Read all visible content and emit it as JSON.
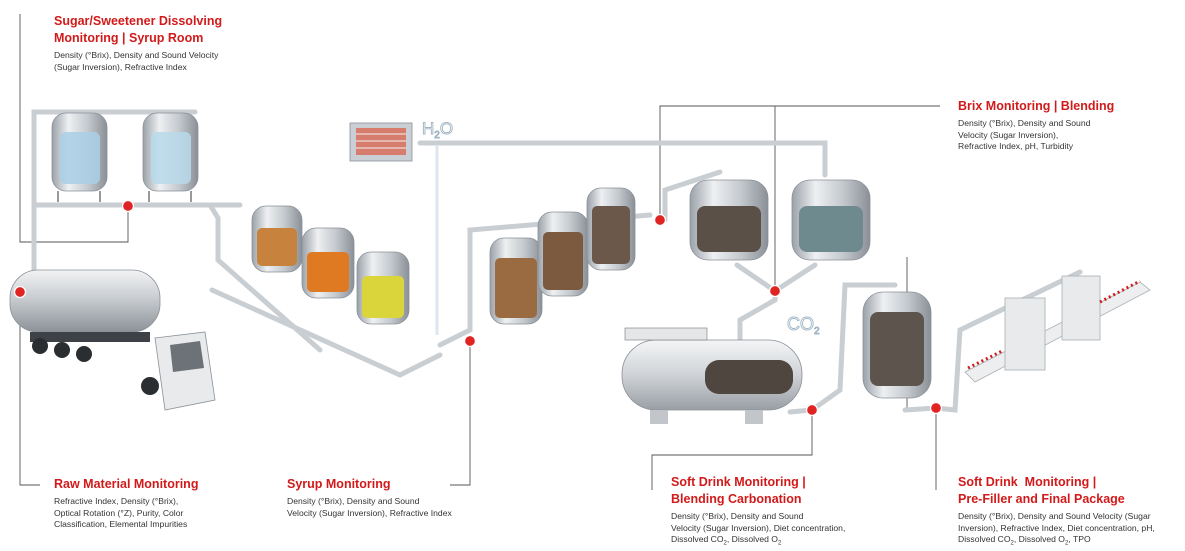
{
  "colors": {
    "accent": "#d21a1a",
    "text": "#333333",
    "pipe": "#c9ced3",
    "steel": "#b8bec4",
    "leader": "#555555"
  },
  "labels": {
    "sugar": {
      "title1": "Sugar/Sweetener Dissolving",
      "title2": "Monitoring | Syrup Room",
      "desc1": "Density (°Brix), Density and Sound Velocity",
      "desc2": "(Sugar Inversion), Refractive Index"
    },
    "brix": {
      "title1": "Brix Monitoring | Blending",
      "desc1": "Density (°Brix), Density and Sound",
      "desc2": "Velocity (Sugar Inversion),",
      "desc3": "Refractive Index, pH, Turbidity"
    },
    "raw": {
      "title1": "Raw Material Monitoring",
      "desc1": "Refractive Index, Density (°Brix),",
      "desc2": "Optical Rotation (°Z), Purity, Color",
      "desc3": "Classification, Elemental Impurities"
    },
    "syrup": {
      "title1": "Syrup Monitoring",
      "desc1": "Density (°Brix), Density and Sound",
      "desc2": "Velocity (Sugar Inversion), Refractive Index"
    },
    "softblend": {
      "title1": "Soft Drink Monitoring |",
      "title2": "Blending Carbonation",
      "desc1": "Density (°Brix), Density and Sound",
      "desc2": "Velocity (Sugar Inversion), Diet concentration,",
      "desc3a": "Dissolved CO",
      "desc3b": ", Dissolved O",
      "sub": "2"
    },
    "softfill": {
      "title1": "Soft Drink  Monitoring |",
      "title2": "Pre-Filler and Final Package",
      "desc1": "Density (°Brix), Density and Sound Velocity (Sugar",
      "desc2": "Inversion), Refractive Index, Diet concentration, pH,",
      "desc3a": "Dissolved CO",
      "desc3b": ", Dissolved O",
      "desc3c": ", TPO",
      "sub": "2"
    }
  },
  "icons": {
    "water": "H2O",
    "co2": "CO2"
  }
}
